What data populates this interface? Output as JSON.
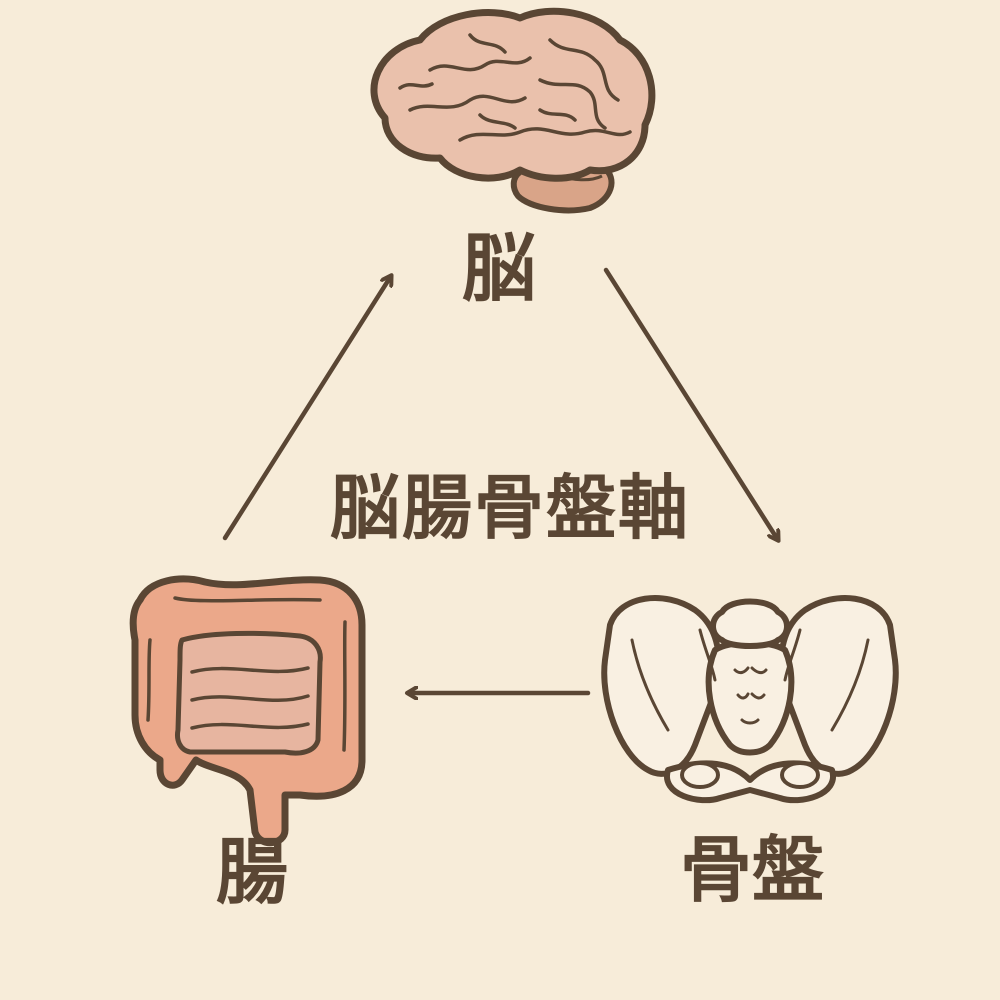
{
  "diagram": {
    "center_title": "脳腸骨盤軸",
    "nodes": {
      "brain": {
        "label": "脳",
        "icon": "brain-icon"
      },
      "gut": {
        "label": "腸",
        "icon": "intestine-icon"
      },
      "pelvis": {
        "label": "骨盤",
        "icon": "pelvis-icon"
      }
    },
    "edges": [
      {
        "from": "brain",
        "to": "pelvis"
      },
      {
        "from": "pelvis",
        "to": "gut"
      },
      {
        "from": "gut",
        "to": "brain"
      }
    ]
  },
  "colors": {
    "background": "#f7ecd9",
    "outline": "#5a4634",
    "brain_fill": "#eac1ac",
    "cerebellum_fill": "#d9a488",
    "intestine_fill": "#eba88a",
    "intestine_inner": "#e7b5a0",
    "pelvis_fill": "#f9f0e2"
  }
}
